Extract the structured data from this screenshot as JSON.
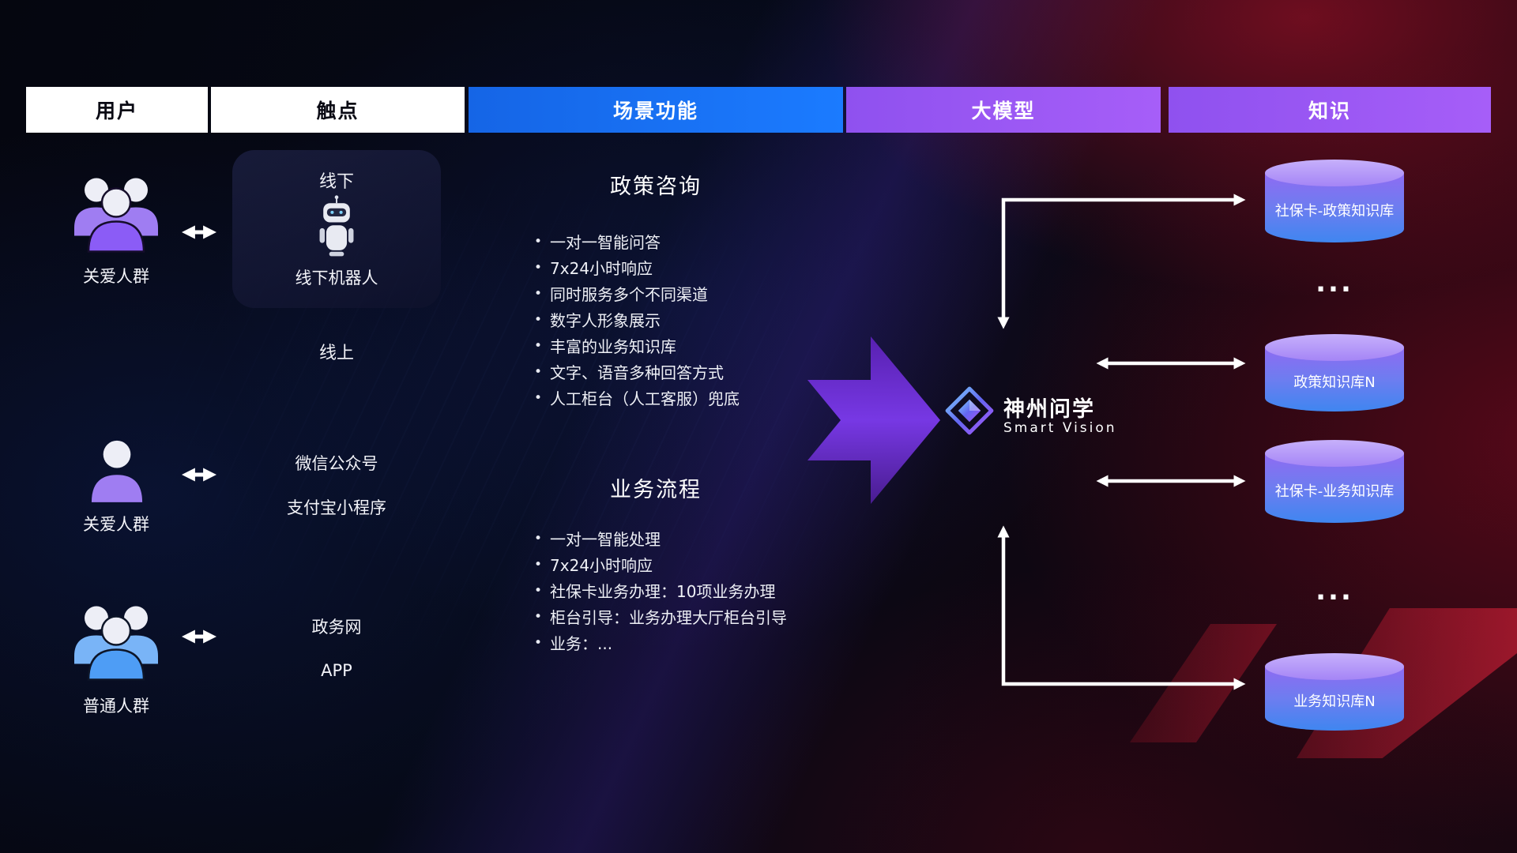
{
  "header": {
    "columns": [
      {
        "label": "用户"
      },
      {
        "label": "触点"
      },
      {
        "label": "场景功能"
      },
      {
        "label": "大模型"
      },
      {
        "label": "知识"
      }
    ]
  },
  "users": [
    {
      "label": "关爱人群",
      "icon": "group-users-purple-icon"
    },
    {
      "label": "关爱人群",
      "icon": "person-purple-icon"
    },
    {
      "label": "普通人群",
      "icon": "group-users-blue-icon"
    }
  ],
  "touchpoints": {
    "offline_title": "线下",
    "offline_robot_label": "线下机器人",
    "online_title": "线上",
    "wechat": "微信公众号",
    "alipay": "支付宝小程序",
    "gov": "政务网",
    "app": "APP"
  },
  "scene": {
    "policy": {
      "title": "政策咨询",
      "items": [
        "一对一智能问答",
        "7x24小时响应",
        "同时服务多个不同渠道",
        "数字人形象展示",
        "丰富的业务知识库",
        "文字、语音多种回答方式",
        "人工柜台（人工客服）兜底"
      ]
    },
    "business": {
      "title": "业务流程",
      "items": [
        "一对一智能处理",
        "7x24小时响应",
        "社保卡业务办理：10项业务办理",
        "柜台引导：业务办理大厅柜台引导",
        "业务：..."
      ]
    }
  },
  "model": {
    "name": "神州问学",
    "subtitle": "Smart Vision"
  },
  "knowledge": {
    "db1": "社保卡-政策知识库",
    "dots1": "...",
    "db2": "政策知识库N",
    "db3": "社保卡-业务知识库",
    "dots2": "...",
    "db4": "业务知识库N"
  },
  "colors": {
    "header_blue": "#1b7bff",
    "header_purple": "#9c5bf5",
    "db_top": "#b49bf8",
    "db_body_start": "#8f6bf2",
    "db_body_end": "#3f86f0",
    "flow_arrow_purple": "#7c3aed",
    "connector_white": "#ffffff",
    "bg_red_glow": "#a00c23",
    "bg_navy": "#05060f"
  }
}
